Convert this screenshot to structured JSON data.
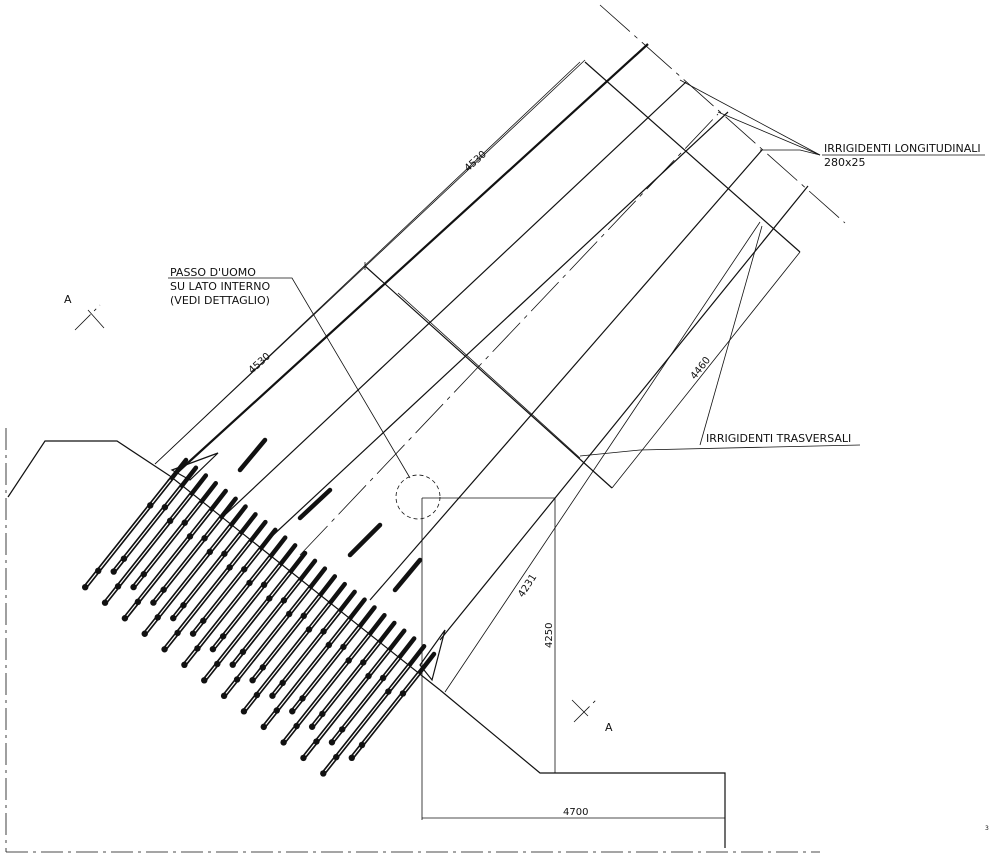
{
  "labels": {
    "longitudinal_title": "IRRIGIDENTI LONGITUDINALI",
    "longitudinal_size": "280x25",
    "transverse": "IRRIGIDENTI TRASVERSALI",
    "manhole_1": "PASSO D'UOMO",
    "manhole_2": "SU LATO INTERNO",
    "manhole_3": "(VEDI DETTAGLIO)",
    "section_a_left": "A",
    "section_a_right": "A",
    "corner_mark": "3"
  },
  "dimensions": {
    "top_long": "4530",
    "left_long": "4530",
    "right_long": "4460",
    "inner_diag": "4231",
    "vertical": "4250",
    "horizontal": "4700"
  }
}
